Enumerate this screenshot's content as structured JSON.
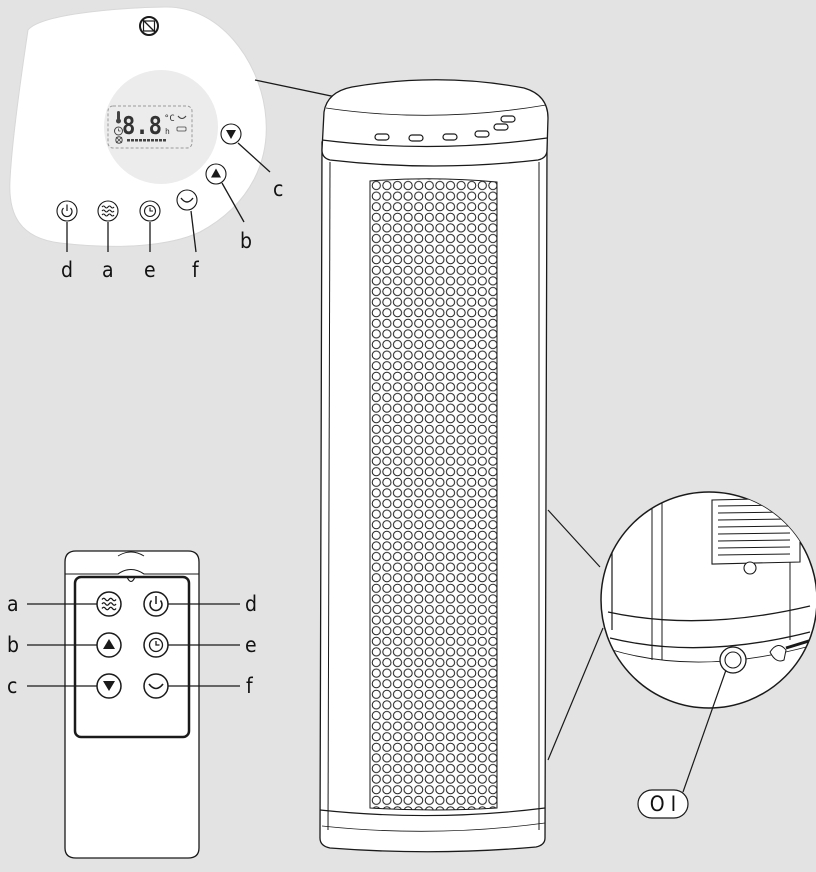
{
  "colors": {
    "background": "#e3e3e3",
    "panel": "#ffffff",
    "line": "#1a1a1a",
    "display": "#ececec"
  },
  "panel": {
    "labels": {
      "a": "a",
      "b": "b",
      "c": "c",
      "d": "d",
      "e": "e",
      "f": "f"
    },
    "display": {
      "digits": "8.8",
      "temp_unit": "°C",
      "hour_unit": "h"
    },
    "icons": {
      "top": "no-cover-icon",
      "a": "heat-mode-icon",
      "b": "up-arrow-icon",
      "c": "down-arrow-icon",
      "d": "power-icon",
      "e": "timer-icon",
      "f": "oscillation-icon"
    }
  },
  "remote": {
    "labels": {
      "a": "a",
      "b": "b",
      "c": "c",
      "d": "d",
      "e": "e",
      "f": "f"
    }
  },
  "switch": {
    "label": "O I"
  }
}
